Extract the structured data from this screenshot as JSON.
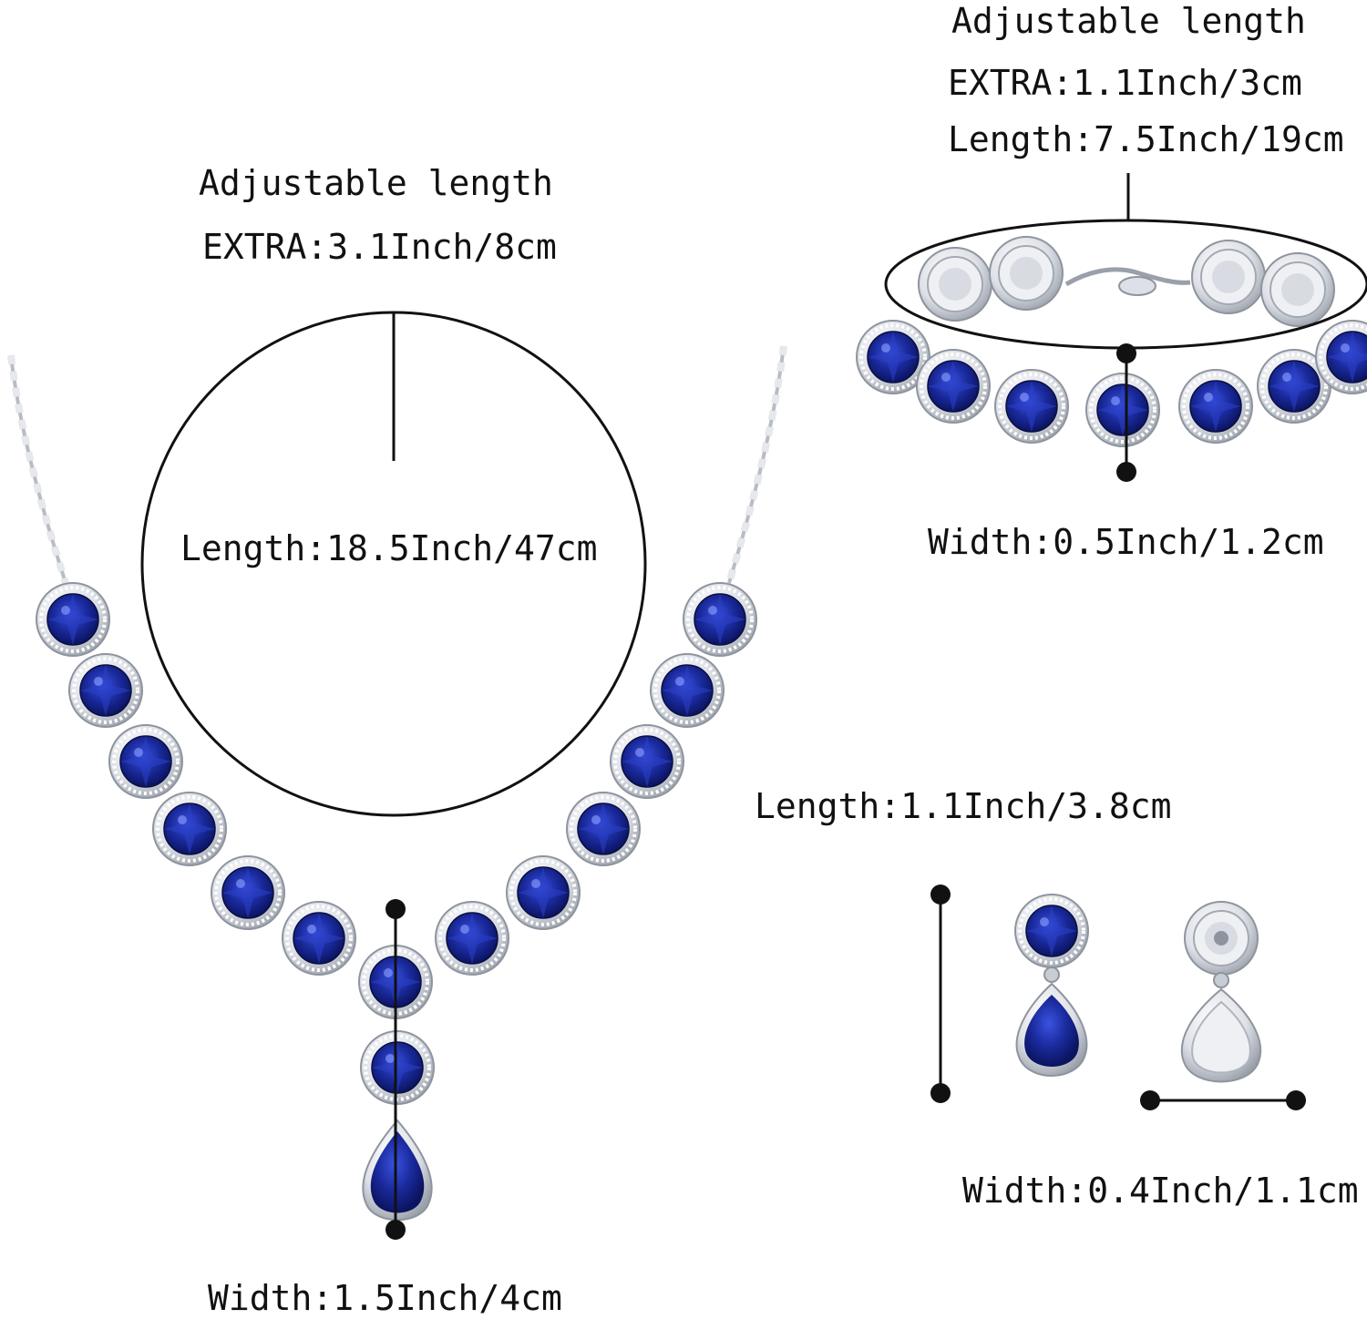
{
  "necklace": {
    "adjustable_label": "Adjustable length",
    "extra": "EXTRA:3.1Inch/8cm",
    "length": "Length:18.5Inch/47cm",
    "width": "Width:1.5Inch/4cm"
  },
  "bracelet": {
    "adjustable_label": "Adjustable length",
    "extra": "EXTRA:1.1Inch/3cm",
    "length": "Length:7.5Inch/19cm",
    "width": "Width:0.5Inch/1.2cm"
  },
  "earrings": {
    "length": "Length:1.1Inch/3.8cm",
    "width": "Width:0.4Inch/1.1cm"
  },
  "colors": {
    "gem": "#1a2a9c",
    "gem_dark": "#0b1460",
    "silver": "#d8dbe0",
    "line": "#111111"
  }
}
